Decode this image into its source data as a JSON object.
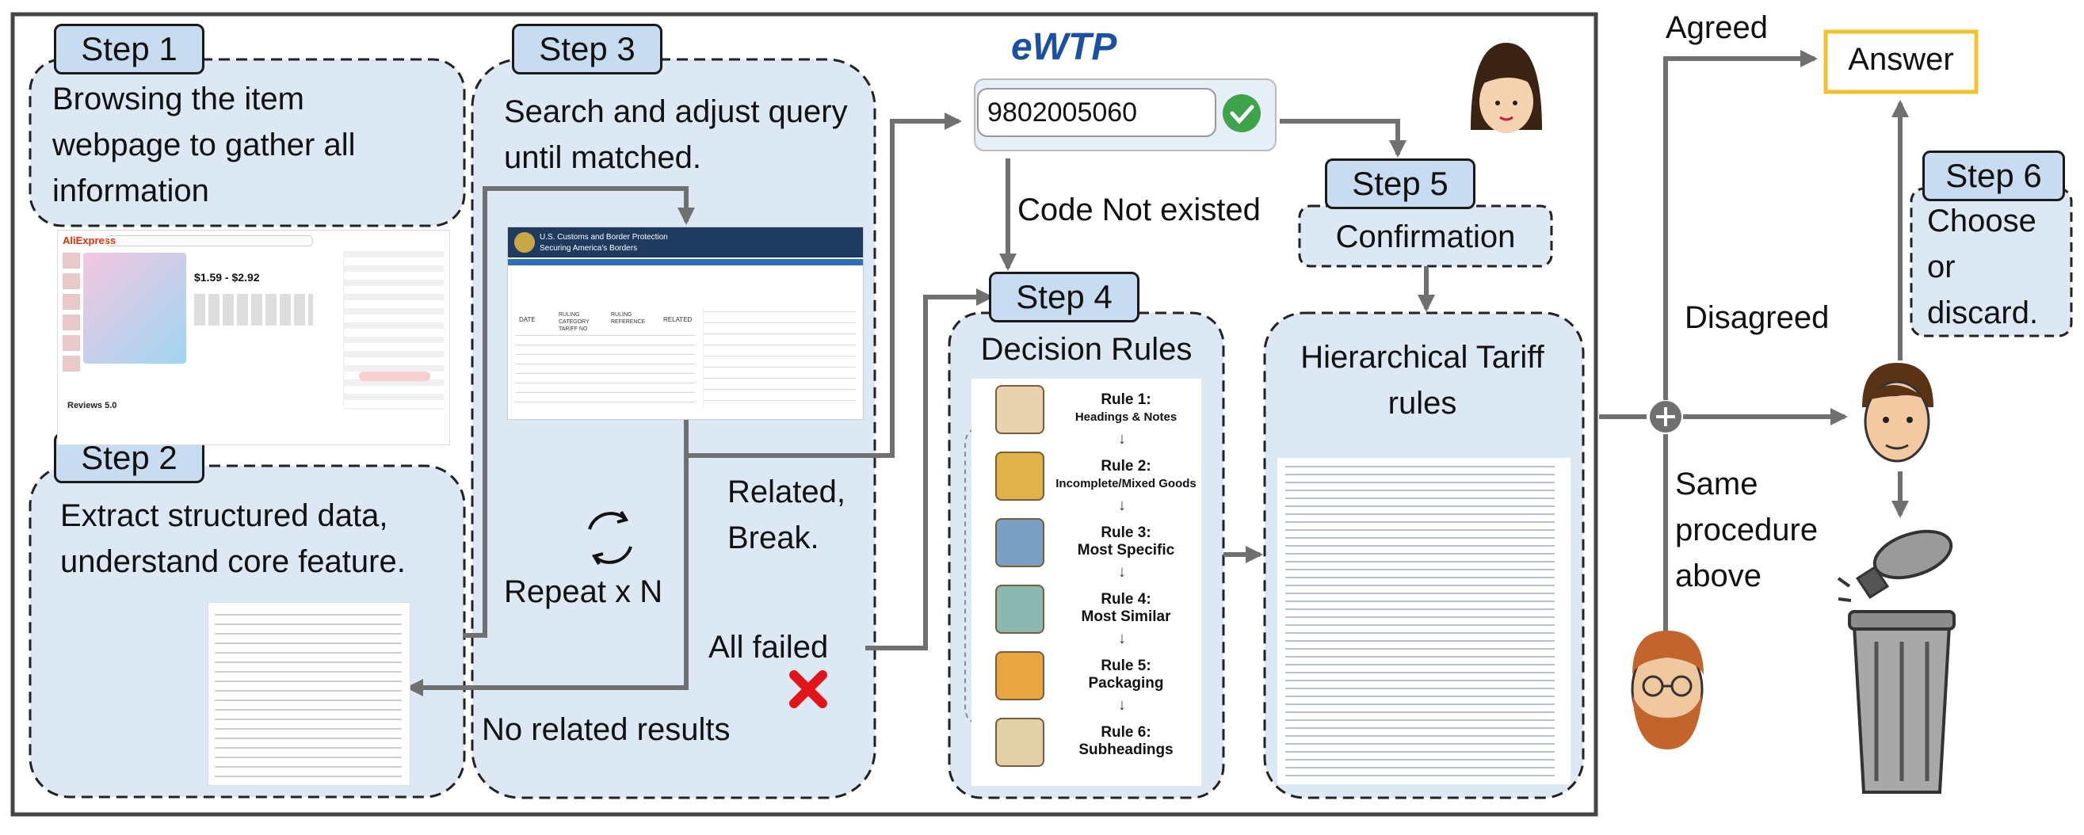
{
  "steps": {
    "s1": {
      "tag": "Step 1",
      "text": "Browsing the item webpage to gather all information"
    },
    "s2": {
      "tag": "Step 2",
      "text": "Extract structured data, understand core feature."
    },
    "s3": {
      "tag": "Step 3",
      "text": "Search and adjust query until matched."
    },
    "s4": {
      "tag": "Step 4",
      "title": "Decision Rules"
    },
    "s5": {
      "tag": "Step 5",
      "text": "Confirmation"
    },
    "s6": {
      "tag": "Step 6",
      "text": "Choose or discard."
    },
    "hier": {
      "title": "Hierarchical Tariff rules"
    }
  },
  "repeat": "Repeat x N",
  "related": "Related, Break.",
  "all_failed": "All failed",
  "no_related": "No related results",
  "ewtp": {
    "logo": "eWTP",
    "code": "9802005060"
  },
  "code_not_existed": "Code Not existed",
  "answer": "Answer",
  "agreed": "Agreed",
  "disagreed": "Disagreed",
  "same_procedure": "Same procedure above",
  "rules": [
    {
      "title": "Rule 1:",
      "sub": "Headings & Notes"
    },
    {
      "title": "Rule 2:",
      "sub": "Incomplete/Mixed Goods"
    },
    {
      "title": "Rule 3:",
      "sub": "Most Specific"
    },
    {
      "title": "Rule 4:",
      "sub": "Most Similar"
    },
    {
      "title": "Rule 5:",
      "sub": "Packaging"
    },
    {
      "title": "Rule 6:",
      "sub": "Subheadings"
    }
  ],
  "aliexpress": {
    "brand": "AliExpress",
    "price": "$1.59 - $2.92",
    "reviews": "Reviews 5.0"
  },
  "cbp": {
    "agency": "U.S. Customs and Border Protection",
    "tagline": "Securing America's Borders",
    "col1": "DATE",
    "col2": "RULING CATEGORY TARIFF NO",
    "col3": "RULING REFERENCE",
    "col4": "RELATED"
  },
  "colors": {
    "panel": "#dce8f4",
    "tag": "#c7dcf0",
    "arrow": "#707070",
    "answer_border": "#f2c12e",
    "check": "#3ea34a",
    "cross": "#e0161b"
  }
}
